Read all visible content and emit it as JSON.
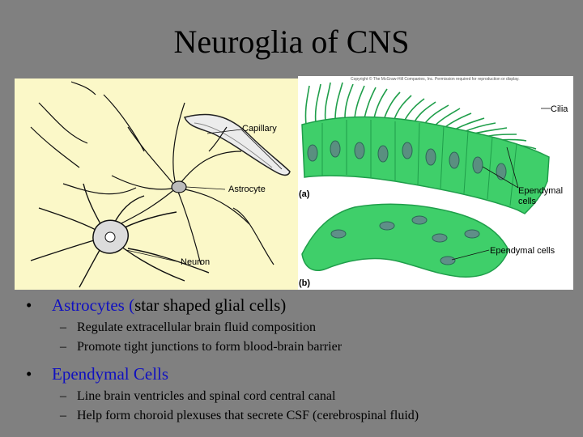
{
  "slide": {
    "title": "Neuroglia of CNS"
  },
  "figure": {
    "copyright": "Copyright © The McGraw-Hill Companies, Inc. Permission required for reproduction or display.",
    "labels": {
      "capillary": "Capillary",
      "astrocyte": "Astrocyte",
      "neuron": "Neuron",
      "cilia": "Cilia",
      "ependymal_cells_a_1": "Ependymal",
      "ependymal_cells_a_2": "cells",
      "part_a": "(a)",
      "ependymal_cells_b": "Ependymal cells",
      "part_b": "(b)"
    }
  },
  "bullets": [
    {
      "blue": "Astrocytes (",
      "black": "star shaped glial cells)",
      "subs": [
        "Regulate extracellular brain fluid composition",
        "Promote tight junctions to form blood-brain barrier"
      ]
    },
    {
      "blue": "Ependymal Cells",
      "black": "",
      "subs": [
        "Line brain ventricles and spinal cord central canal",
        "Help form choroid plexuses that secrete CSF (cerebrospinal fluid)"
      ]
    }
  ]
}
